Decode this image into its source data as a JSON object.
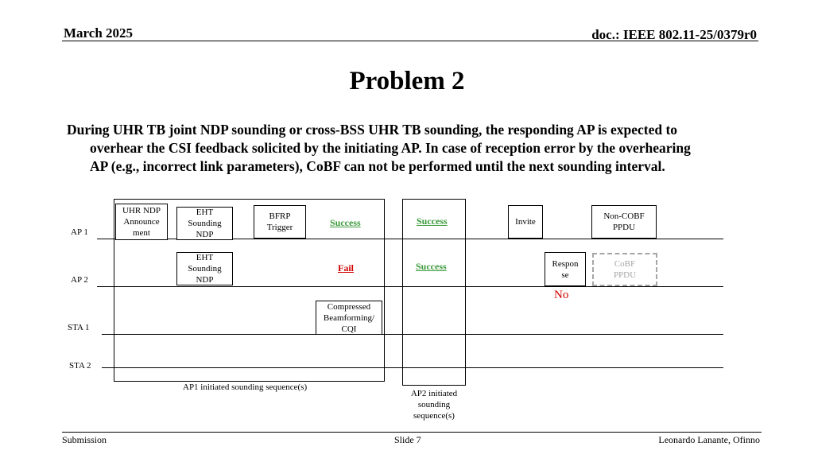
{
  "header": {
    "date": "March 2025",
    "doc": "doc.: IEEE 802.11-25/0379r0"
  },
  "title": "Problem 2",
  "body": {
    "line1": "During  UHR TB joint NDP sounding or cross-BSS UHR TB sounding,  the responding AP is expected to",
    "line2": "overhear the CSI feedback solicited by the initiating AP. In case of reception error by the overhearing",
    "line3": "AP (e.g., incorrect link parameters), CoBF can not be performed until the next sounding interval."
  },
  "diagram": {
    "rows": {
      "ap1": "AP 1",
      "ap2": "AP 2",
      "sta1": "STA 1",
      "sta2": "STA 2"
    },
    "uhr_ndpa": {
      "l1": "UHR NDP",
      "l2": "Announce",
      "l3": "ment"
    },
    "eht_ndp_1": {
      "l1": "EHT",
      "l2": "Sounding",
      "l3": "NDP"
    },
    "eht_ndp_2": {
      "l1": "EHT",
      "l2": "Sounding",
      "l3": "NDP"
    },
    "bfrp": {
      "l1": "BFRP",
      "l2": "Trigger"
    },
    "status_ap1": "Success",
    "status_ap2": "Fail",
    "ap2_success_1": "Success",
    "ap2_success_2": "Success",
    "compressed": {
      "l1": "Compressed",
      "l2": "Beamforming/",
      "l3": "CQI"
    },
    "invite": "Invite",
    "non_cobf": {
      "l1": "Non-COBF",
      "l2": "PPDU"
    },
    "response": {
      "l1": "Respon",
      "l2": "se"
    },
    "cobf": {
      "l1": "CoBF",
      "l2": "PPDU"
    },
    "no": "No",
    "ap1_caption": "AP1 initiated sounding sequence(s)",
    "ap2_caption": {
      "l1": "AP2 initiated",
      "l2": "sounding",
      "l3": "sequence(s)"
    }
  },
  "footer": {
    "left": "Submission",
    "center": "Slide 7",
    "right": "Leonardo Lanante, Ofinno"
  }
}
